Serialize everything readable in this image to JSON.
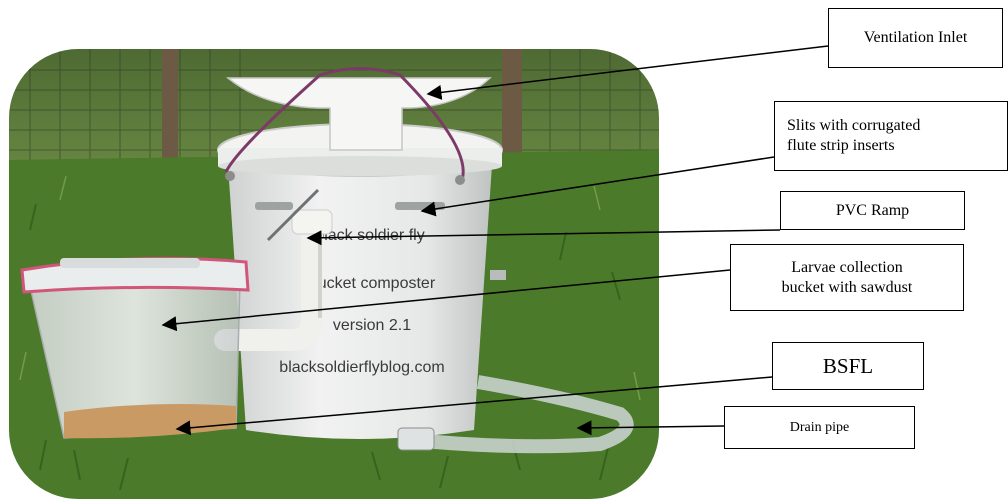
{
  "photo": {
    "bucket_text": [
      "black soldier fly",
      "bucket composter",
      "version 2.1",
      "blacksoldierflyblog.com"
    ],
    "colors": {
      "grass": "#4f7a2c",
      "sky_background": "#6b8a45",
      "bucket": "#e9ebea",
      "lid": "#f1f1ef",
      "handle": "#7c3a68",
      "sawdust": "#c99a63",
      "container_seal": "#d2557a"
    }
  },
  "labels": {
    "ventilation_inlet": "Ventilation Inlet",
    "slits": [
      "Slits with corrugated",
      "flute strip inserts"
    ],
    "pvc_ramp": "PVC Ramp",
    "larvae_collection": [
      "Larvae collection",
      "bucket with sawdust"
    ],
    "bsfl": "BSFL",
    "drain_pipe": "Drain pipe"
  }
}
